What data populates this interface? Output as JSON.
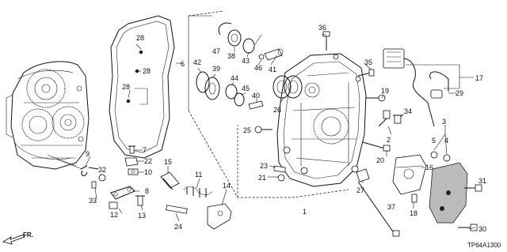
{
  "diagram": {
    "code": "TP64A1300",
    "direction_label": "FR.",
    "callouts": [
      {
        "id": "c1",
        "text": "1"
      },
      {
        "id": "c2",
        "text": "2"
      },
      {
        "id": "c3",
        "text": "3"
      },
      {
        "id": "c4",
        "text": "4"
      },
      {
        "id": "c5",
        "text": "5"
      },
      {
        "id": "c6",
        "text": "6"
      },
      {
        "id": "c7",
        "text": "7"
      },
      {
        "id": "c8",
        "text": "8"
      },
      {
        "id": "c9",
        "text": "9"
      },
      {
        "id": "c10",
        "text": "10"
      },
      {
        "id": "c11",
        "text": "11"
      },
      {
        "id": "c12",
        "text": "12"
      },
      {
        "id": "c13",
        "text": "13"
      },
      {
        "id": "c14",
        "text": "14"
      },
      {
        "id": "c15",
        "text": "15"
      },
      {
        "id": "c16",
        "text": "16"
      },
      {
        "id": "c17",
        "text": "17"
      },
      {
        "id": "c18",
        "text": "18"
      },
      {
        "id": "c19",
        "text": "19"
      },
      {
        "id": "c20",
        "text": "20"
      },
      {
        "id": "c21",
        "text": "21"
      },
      {
        "id": "c22",
        "text": "22"
      },
      {
        "id": "c23",
        "text": "23"
      },
      {
        "id": "c24",
        "text": "24"
      },
      {
        "id": "c25",
        "text": "25"
      },
      {
        "id": "c26",
        "text": "26"
      },
      {
        "id": "c27",
        "text": "27"
      },
      {
        "id": "c28a",
        "text": "28"
      },
      {
        "id": "c28b",
        "text": "28"
      },
      {
        "id": "c28c",
        "text": "28"
      },
      {
        "id": "c29",
        "text": "29"
      },
      {
        "id": "c30",
        "text": "30"
      },
      {
        "id": "c31",
        "text": "31"
      },
      {
        "id": "c32",
        "text": "32"
      },
      {
        "id": "c33",
        "text": "33"
      },
      {
        "id": "c34",
        "text": "34"
      },
      {
        "id": "c35",
        "text": "35"
      },
      {
        "id": "c36",
        "text": "36"
      },
      {
        "id": "c37",
        "text": "37"
      },
      {
        "id": "c38",
        "text": "38"
      },
      {
        "id": "c39",
        "text": "39"
      },
      {
        "id": "c40",
        "text": "40"
      },
      {
        "id": "c41",
        "text": "41"
      },
      {
        "id": "c42",
        "text": "42"
      },
      {
        "id": "c43",
        "text": "43"
      },
      {
        "id": "c44",
        "text": "44"
      },
      {
        "id": "c45",
        "text": "45"
      },
      {
        "id": "c46",
        "text": "46"
      },
      {
        "id": "c47",
        "text": "47"
      }
    ]
  }
}
